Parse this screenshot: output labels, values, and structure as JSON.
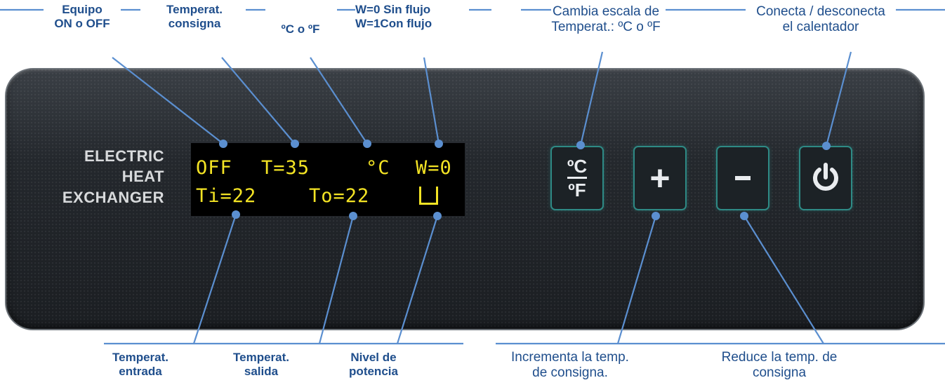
{
  "callouts_top": {
    "equipo": "Equipo\nON o OFF",
    "consigna": "Temperat.\nconsigna",
    "unidad": "ºC o ºF",
    "flujo": "W=0  Sin flujo\nW=1Con flujo",
    "cambia": "Cambia escala de\nTemperat.: ºC o ºF",
    "conecta": "Conecta / desconecta\nel calentador"
  },
  "callouts_bottom": {
    "entrada": "Temperat.\nentrada",
    "salida": "Temperat.\nsalida",
    "potencia": "Nivel de\npotencia",
    "incrementa": "Incrementa la temp.\nde consigna.",
    "reduce": "Reduce la temp. de\nconsigna"
  },
  "panel": {
    "brand": "ELECTRIC\nHEAT\nEXCHANGER"
  },
  "lcd": {
    "status": "OFF",
    "setpoint": "T=35",
    "unit": "°C",
    "flow": "W=0",
    "t_in": "Ti=22",
    "t_out": "To=22"
  },
  "buttons": {
    "scale_top": "ºC",
    "scale_bottom": "ºF",
    "plus": "+"
  },
  "colors": {
    "callout_text": "#1f4e8c",
    "leader_line": "#5b8fd0",
    "lcd_text": "#f3e324",
    "button_border": "#2e8a85"
  }
}
